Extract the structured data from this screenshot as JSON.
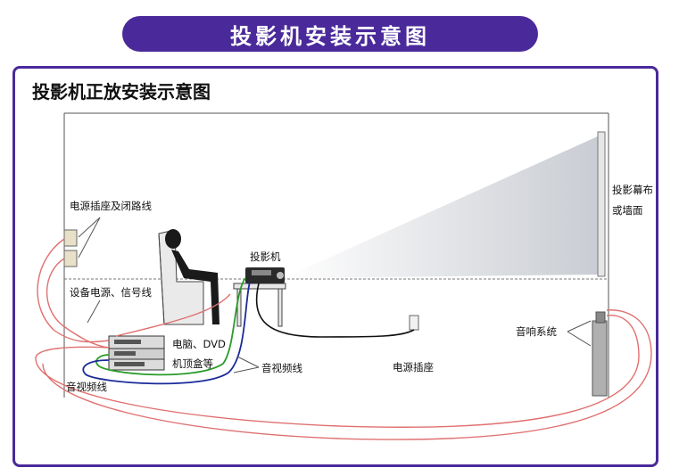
{
  "banner": {
    "title": "投影机安装示意图"
  },
  "diagram": {
    "subtitle": "投影机正放安装示意图",
    "labels": {
      "power_socket_closed": "电源插座及闭路线",
      "equipment_power_signal": "设备电源、信号线",
      "computer_dvd": "电脑、DVD",
      "set_top_box": "机顶盒等",
      "av_cable_left": "音视频线",
      "av_cable_center": "音视频线",
      "projector": "投影机",
      "power_socket": "电源插座",
      "screen_line1": "投影幕布",
      "screen_line2": "或墙面",
      "audio_system": "音响系统"
    }
  },
  "colors": {
    "banner": "#4a2a9a",
    "frame": "#4a2a9a",
    "cable_red": "#e07070",
    "cable_green": "#2a9a2a",
    "cable_blue": "#1a2a9a"
  }
}
